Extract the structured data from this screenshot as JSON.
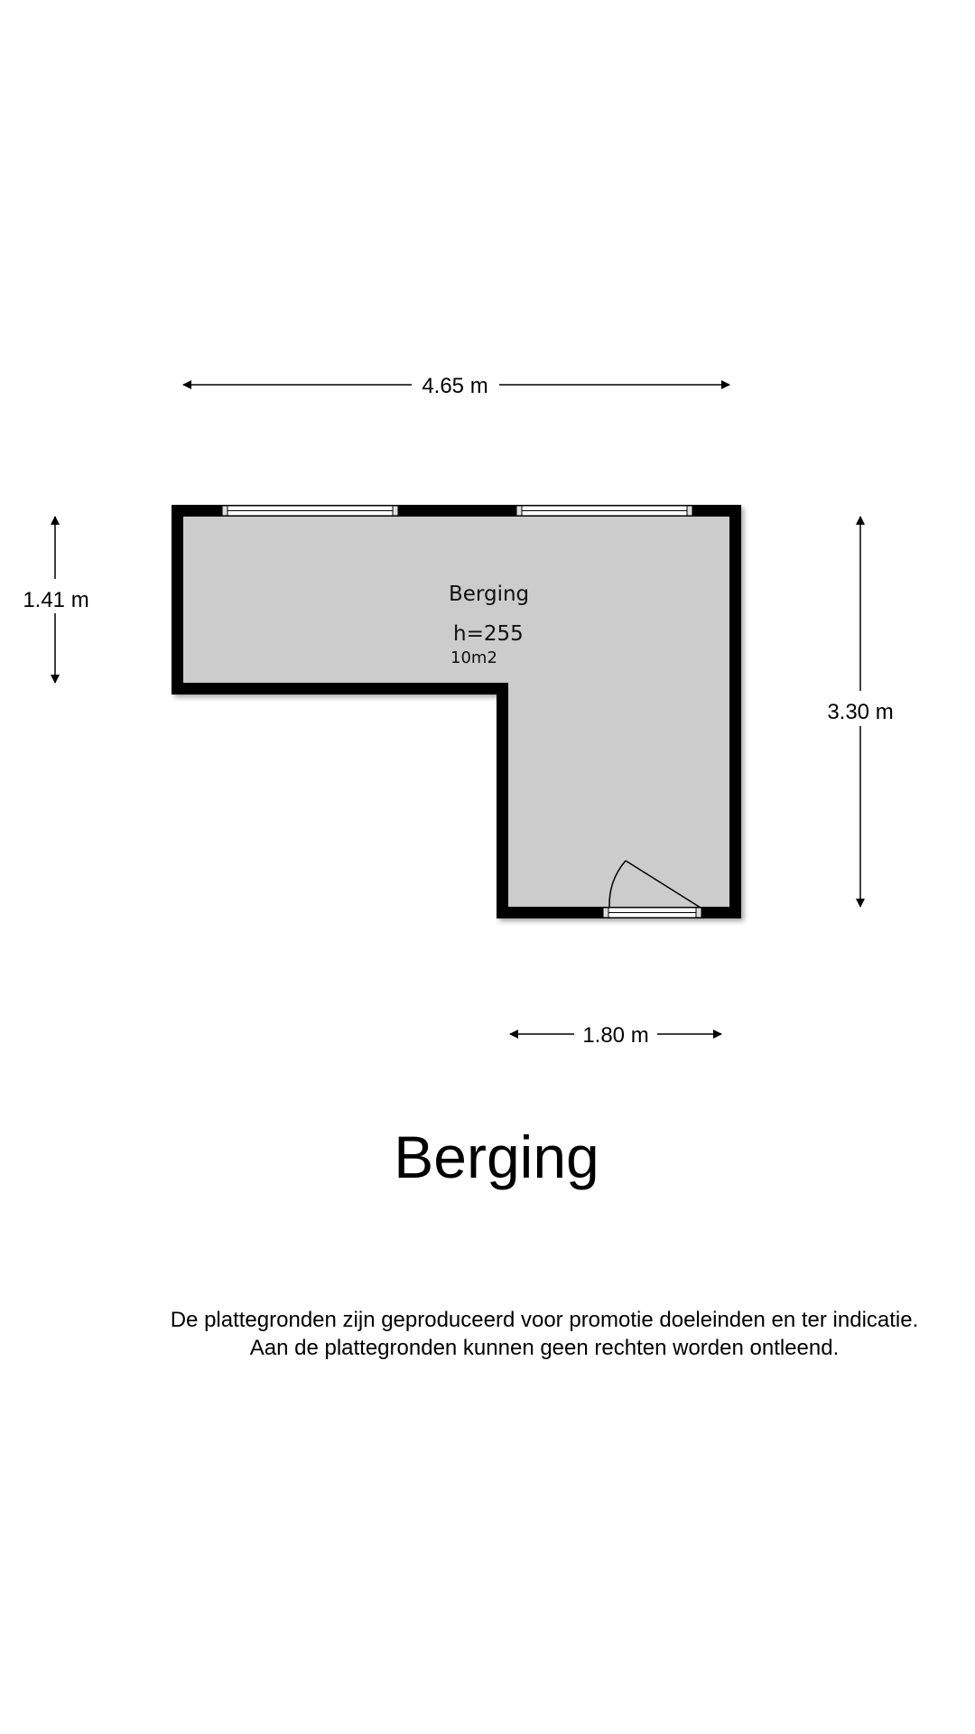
{
  "floorplan": {
    "room": {
      "name": "Berging",
      "height_label": "h=255",
      "area_label": "10m2"
    },
    "dimensions": {
      "top_width": "4.65 m",
      "left_height": "1.41 m",
      "right_height": "3.30 m",
      "bottom_width": "1.80 m"
    },
    "colors": {
      "wall": "#000000",
      "floor": "#cccccc",
      "background": "#ffffff"
    }
  },
  "title": "Berging",
  "disclaimer": {
    "line1": "De plattegronden zijn geproduceerd voor promotie doeleinden en ter indicatie.",
    "line2": "Aan de plattegronden kunnen geen rechten worden ontleend."
  }
}
